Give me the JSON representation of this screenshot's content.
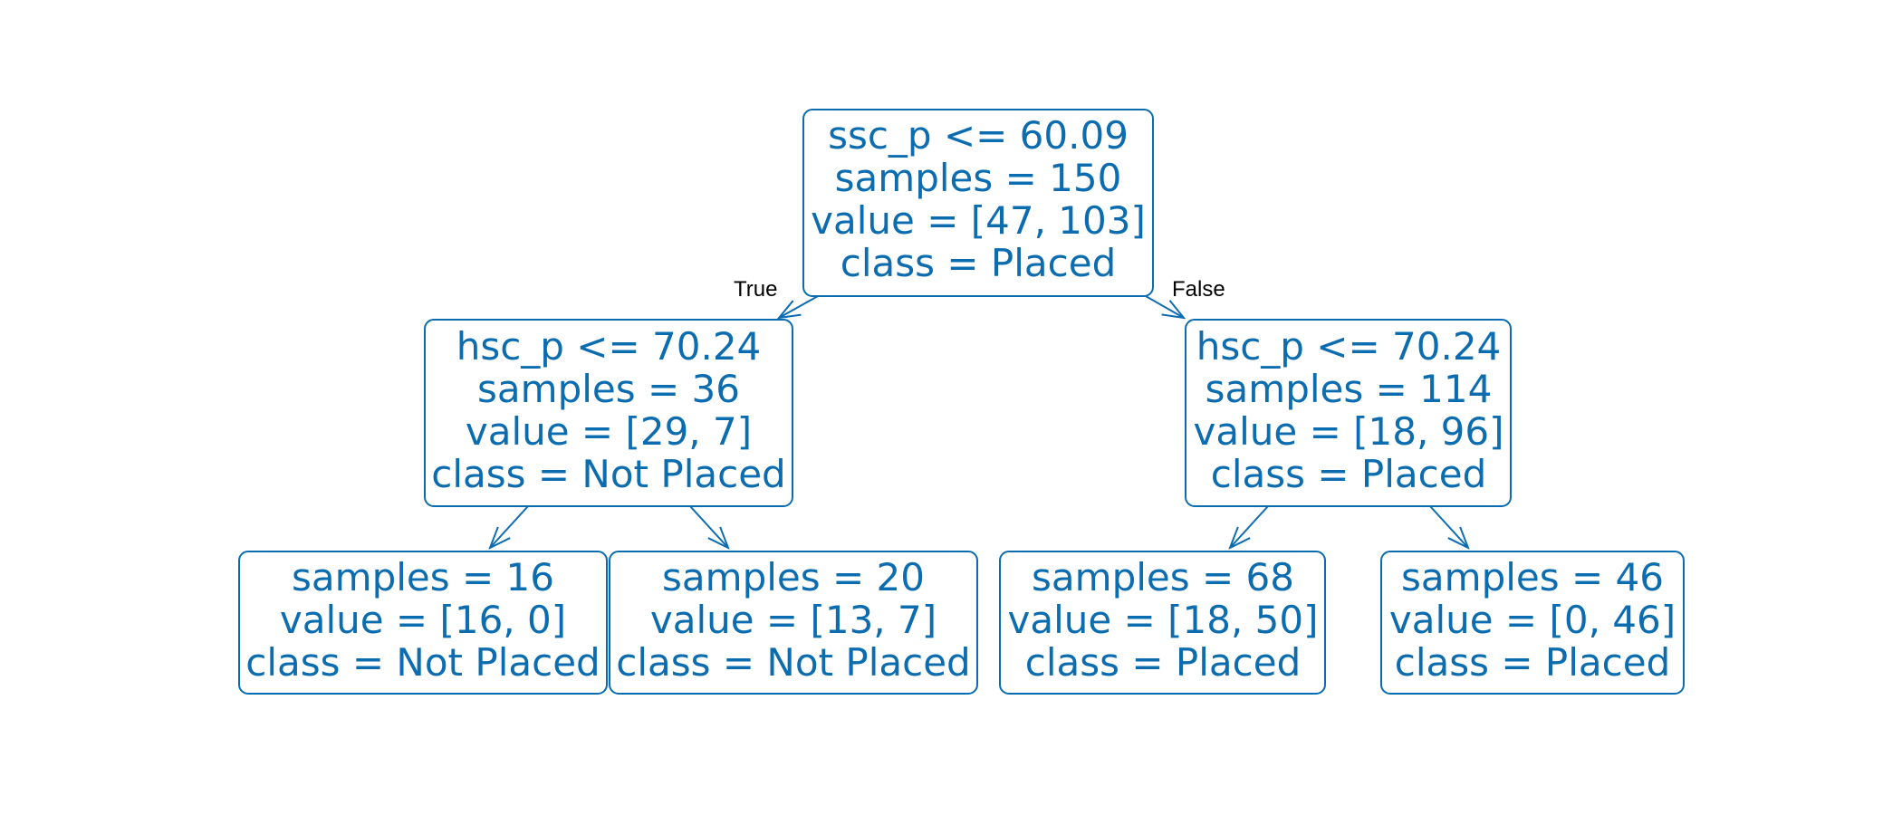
{
  "colors": {
    "node": "#0c6cb0",
    "edge_label": "#000000",
    "background": "#ffffff"
  },
  "tree": {
    "root": {
      "split": "ssc_p <= 60.09",
      "samples": "samples = 150",
      "value": "value = [47, 103]",
      "class": "class = Placed"
    },
    "left": {
      "split": "hsc_p <= 70.24",
      "samples": "samples = 36",
      "value": "value = [29, 7]",
      "class": "class = Not Placed"
    },
    "right": {
      "split": "hsc_p <= 70.24",
      "samples": "samples = 114",
      "value": "value = [18, 96]",
      "class": "class = Placed"
    },
    "left_left": {
      "samples": "samples = 16",
      "value": "value = [16, 0]",
      "class": "class = Not Placed"
    },
    "left_right": {
      "samples": "samples = 20",
      "value": "value = [13, 7]",
      "class": "class = Not Placed"
    },
    "right_left": {
      "samples": "samples = 68",
      "value": "value = [18, 50]",
      "class": "class = Placed"
    },
    "right_right": {
      "samples": "samples = 46",
      "value": "value = [0, 46]",
      "class": "class = Placed"
    }
  },
  "edge_labels": {
    "true_label": "True",
    "false_label": "False"
  }
}
